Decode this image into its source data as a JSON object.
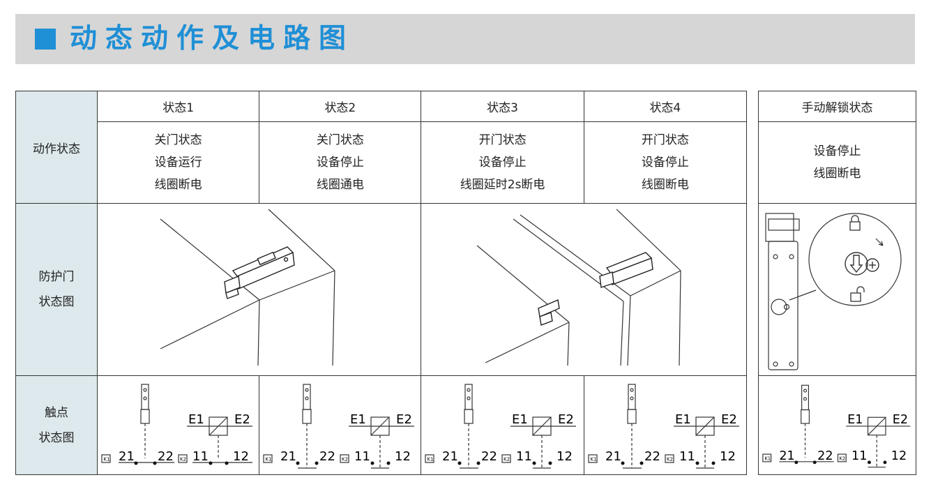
{
  "banner": {
    "title": "动态动作及电路图"
  },
  "labels": {
    "action": "动作状态",
    "door_line1": "防护门",
    "door_line2": "状态图",
    "contact_line1": "触点",
    "contact_line2": "状态图"
  },
  "states": [
    {
      "header": "状态1",
      "lines": [
        "关门状态",
        "设备运行",
        "线圈断电"
      ]
    },
    {
      "header": "状态2",
      "lines": [
        "关门状态",
        "设备停止",
        "线圈通电"
      ]
    },
    {
      "header": "状态3",
      "lines": [
        "开门状态",
        "设备停止",
        "线圈延时2s断电"
      ]
    },
    {
      "header": "状态4",
      "lines": [
        "开门状态",
        "设备停止",
        "线圈断电"
      ]
    }
  ],
  "manual": {
    "header": "手动解锁状态",
    "lines": [
      "设备停止",
      "线圈断电"
    ]
  },
  "circuit": {
    "k1": "K1",
    "k2": "K2",
    "t21": "21",
    "t22": "22",
    "t11": "11",
    "t12": "12",
    "e1": "E1",
    "e2": "E2"
  }
}
